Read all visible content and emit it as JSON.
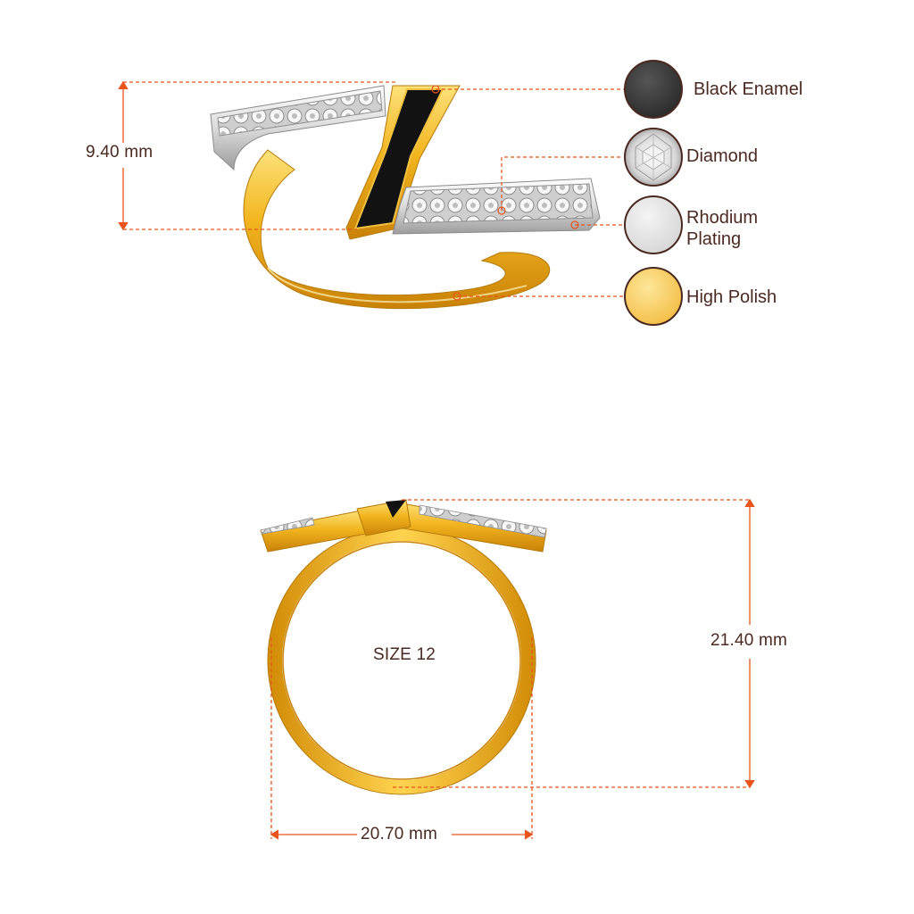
{
  "dimensions": {
    "height_top": "9.40 mm",
    "height_front": "21.40 mm",
    "width_front": "20.70 mm",
    "size": "SIZE 12"
  },
  "legend": [
    {
      "label": "Black Enamel",
      "swatch": "black-enamel",
      "color": "#3a3a3a"
    },
    {
      "label": "Diamond",
      "swatch": "diamond",
      "color": "#e8e8e8"
    },
    {
      "label_line1": "Rhodium",
      "label_line2": "Plating",
      "swatch": "rhodium-plating",
      "color": "#e2e2e2"
    },
    {
      "label": "High Polish",
      "swatch": "high-polish",
      "color": "#f6c14a"
    }
  ],
  "colors": {
    "dimension_line": "#e8541c",
    "gold": "#f0b21f",
    "gold_dark": "#d08a08",
    "enamel": "#141414",
    "text": "#4a2a20"
  }
}
